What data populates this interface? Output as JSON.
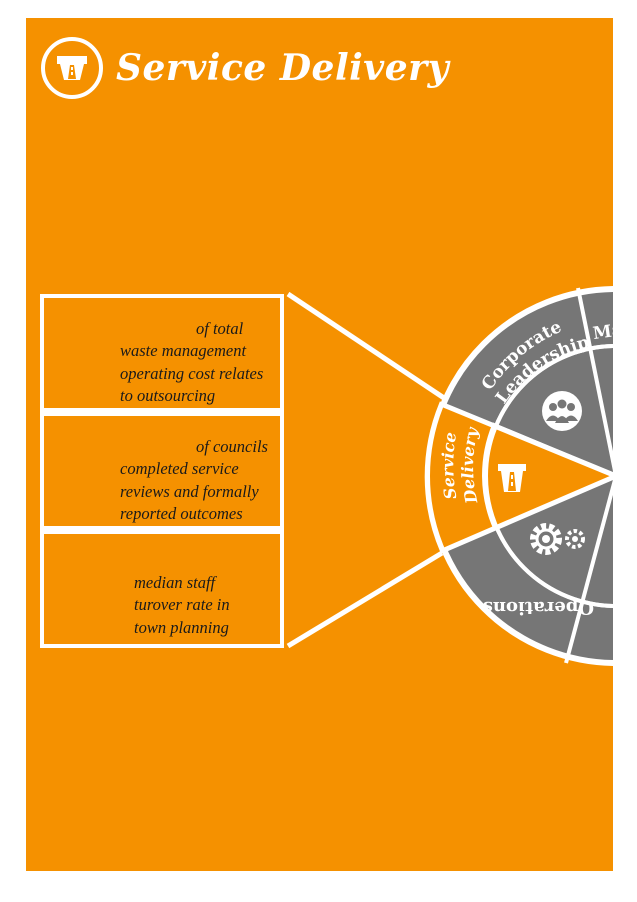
{
  "title": "Service Delivery",
  "stats": [
    {
      "lead": "of total",
      "lines": [
        "waste management",
        "operating cost relates",
        "to outsourcing"
      ]
    },
    {
      "lead": "of councils",
      "lines": [
        "completed service",
        "reviews and formally",
        "reported outcomes"
      ]
    },
    {
      "lead": "",
      "lines": [
        "median staff",
        "turover rate in",
        "town planning"
      ]
    }
  ],
  "wheel": {
    "segments": [
      {
        "label": "Corporate Leadership",
        "icon": "people-group-icon"
      },
      {
        "label": "Service Delivery",
        "icon": "road-sign-icon"
      },
      {
        "label": "Operations",
        "icon": "gears-icon"
      },
      {
        "label": "Ma",
        "icon": ""
      }
    ]
  },
  "colors": {
    "background": "#f59100",
    "wheel": "#767676",
    "text": "#ffffff",
    "body_text": "#1a1a1a"
  }
}
